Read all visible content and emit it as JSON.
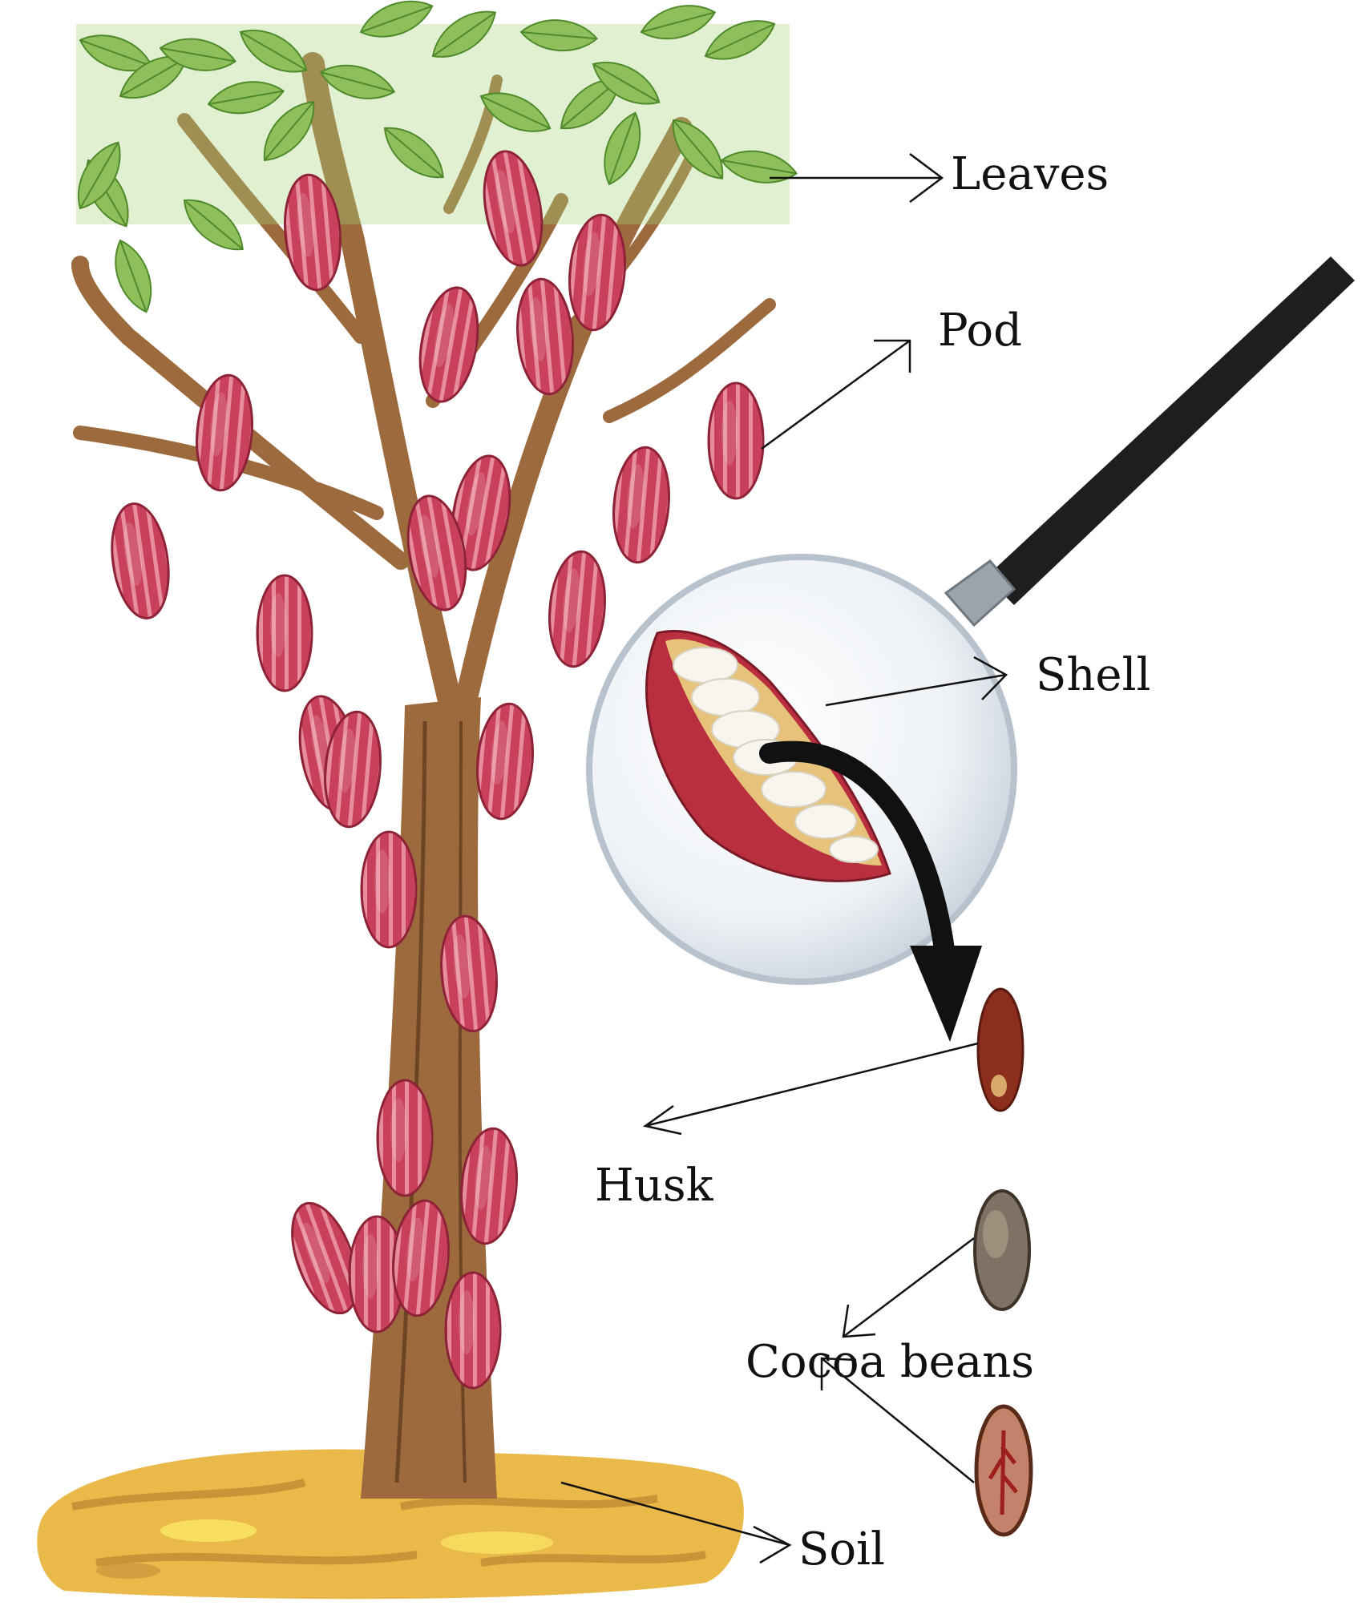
{
  "labels": {
    "leaves": "Leaves",
    "pod": "Pod",
    "shell": "Shell",
    "husk": "Husk",
    "cocoa_beans": "Cocoa beans",
    "soil": "Soil"
  },
  "colors": {
    "pod": "#c9405a",
    "pod_stripe": "#f2a7b4",
    "leaf": "#8fbf5a",
    "leaf_dark": "#5f9a3a",
    "bark": "#9c6a3c",
    "bark_dark": "#6e4524",
    "soil": "#e9b94a",
    "soil_dark": "#b8862f",
    "handle": "#1e1e1e",
    "lens": "#eef2f6",
    "ink": "#111111"
  },
  "icons": {
    "magnifier": "magnifying-glass-icon",
    "flow_arrow": "curved-arrow-icon"
  }
}
